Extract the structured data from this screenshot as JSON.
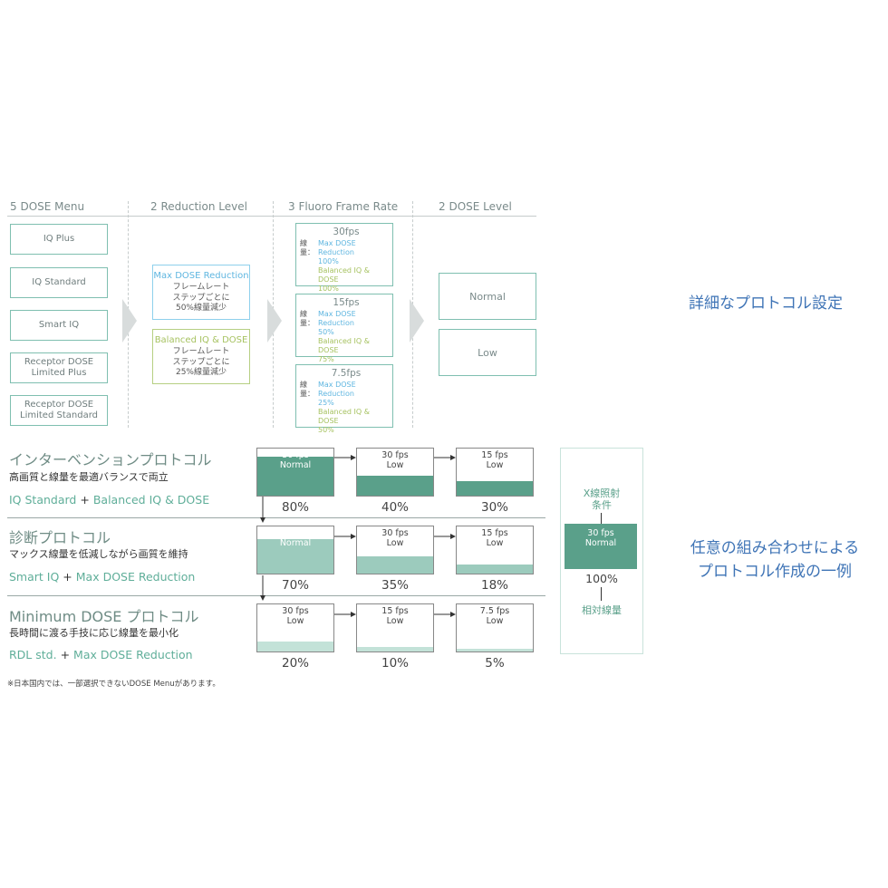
{
  "columns": [
    "5 DOSE Menu",
    "2 Reduction Level",
    "3 Fluoro Frame Rate",
    "2 DOSE Level"
  ],
  "dose_menu": [
    "IQ Plus",
    "IQ Standard",
    "Smart IQ",
    "Receptor DOSE\nLimited Plus",
    "Receptor DOSE\nLimited Standard"
  ],
  "reduction": [
    {
      "title": "Max DOSE Reduction",
      "l1": "フレームレート",
      "l2": "ステップごとに",
      "l3": "50%線量減少",
      "color": "#8ed0ec"
    },
    {
      "title": "Balanced IQ & DOSE",
      "l1": "フレームレート",
      "l2": "ステップごとに",
      "l3": "25%線量減少",
      "color": "#b6cf82"
    }
  ],
  "frame_rate_label": "線量：",
  "frame_rates": [
    {
      "fps": "30fps",
      "max": "Max DOSE Reduction\n100%",
      "bal": "Balanced IQ & DOSE\n100%"
    },
    {
      "fps": "15fps",
      "max": "Max DOSE Reduction\n50%",
      "bal": "Balanced IQ & DOSE\n75%"
    },
    {
      "fps": "7.5fps",
      "max": "Max DOSE Reduction\n25%",
      "bal": "Balanced IQ & DOSE\n50%"
    }
  ],
  "dose_levels": [
    "Normal",
    "Low"
  ],
  "side_top": "詳細なプロトコル設定",
  "side_bottom_1": "任意の組み合わせによる",
  "side_bottom_2": "プロトコル作成の一例",
  "protocols": [
    {
      "title": "インターベンションプロトコル",
      "sub": "高画質と線量を最適バランスで両立",
      "combo_a": "IQ Standard",
      "combo_plus": "+",
      "combo_b": "Balanced IQ & DOSE",
      "cells": [
        {
          "label": "30 fps\nNormal",
          "level": 0.8,
          "pct": "80%"
        },
        {
          "label": "30 fps\nLow",
          "level": 0.4,
          "pct": "40%"
        },
        {
          "label": "15 fps\nLow",
          "level": 0.3,
          "pct": "30%"
        }
      ]
    },
    {
      "title": "診断プロトコル",
      "sub": "マックス線量を低減しながら画質を維持",
      "combo_a": "Smart IQ",
      "combo_plus": "+",
      "combo_b": "Max DOSE Reduction",
      "cells": [
        {
          "label": "30 fps\nNormal",
          "level": 0.7,
          "pct": "70%"
        },
        {
          "label": "30 fps\nLow",
          "level": 0.35,
          "pct": "35%"
        },
        {
          "label": "15 fps\nLow",
          "level": 0.18,
          "pct": "18%"
        }
      ]
    },
    {
      "title": "Minimum DOSE プロトコル",
      "sub": "長時間に渡る手技に応じ線量を最小化",
      "combo_a": "RDL std.",
      "combo_plus": "+",
      "combo_b": "Max DOSE Reduction",
      "cells": [
        {
          "label": "30 fps\nLow",
          "level": 0.2,
          "pct": "20%"
        },
        {
          "label": "15 fps\nLow",
          "level": 0.1,
          "pct": "10%"
        },
        {
          "label": "7.5 fps\nLow",
          "level": 0.05,
          "pct": "5%"
        }
      ]
    }
  ],
  "legend": {
    "cond": "X線照射\n条件",
    "cell": "30 fps\nNormal",
    "level": 1.0,
    "pct": "100%",
    "rel": "相対線量"
  },
  "footnote": "※日本国内では、一部選択できないDOSE Menuがあります。",
  "colors": {
    "fill_dark": "#5aa08a",
    "fill_mid": "#9ccbbd",
    "fill_light": "#c3e2d8",
    "accent": "#3f74b6"
  }
}
